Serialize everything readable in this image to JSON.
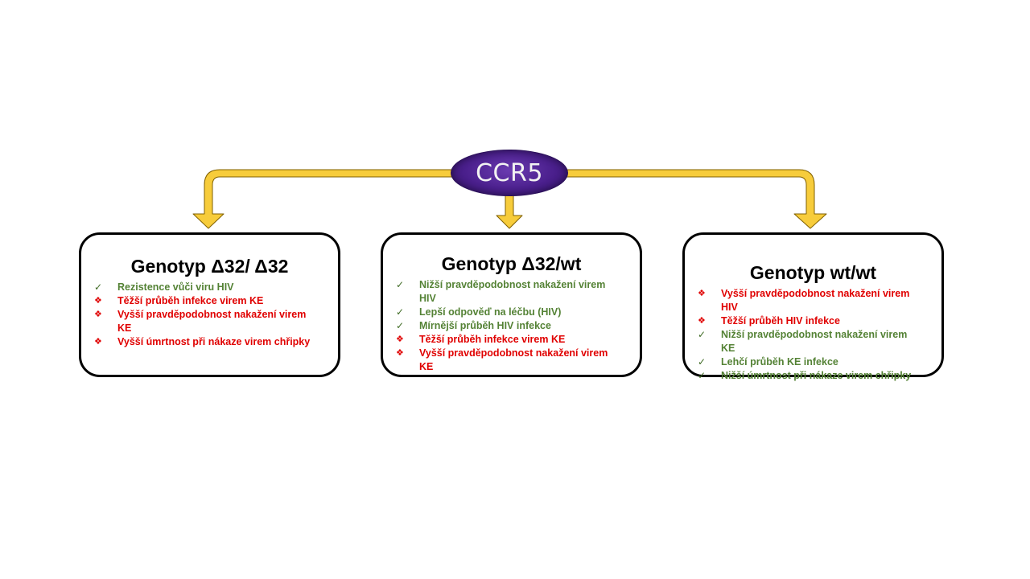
{
  "root": {
    "label": "CCR5"
  },
  "colors": {
    "arrow_fill": "#f7cc3b",
    "arrow_stroke": "#806000",
    "node_fill": "#4a1f8c",
    "positive_text": "#548235",
    "negative_text": "#e00000"
  },
  "icons": {
    "positive": "check-icon",
    "negative": "diamond-bullet-icon"
  },
  "genotypes": [
    {
      "title": "Genotyp Δ32/ Δ32",
      "items": [
        {
          "text": "Rezistence vůči viru HIV",
          "type": "positive"
        },
        {
          "text": "Těžší průběh infekce virem KE",
          "type": "negative"
        },
        {
          "text": "Vyšší pravděpodobnost nakažení virem KE",
          "type": "negative"
        },
        {
          "text": "Vyšší úmrtnost při nákaze virem chřipky",
          "type": "negative"
        }
      ]
    },
    {
      "title": "Genotyp Δ32/wt",
      "items": [
        {
          "text": "Nižší pravděpodobnost nakažení virem HIV",
          "type": "positive"
        },
        {
          "text": "Lepší odpověď na léčbu (HIV)",
          "type": "positive"
        },
        {
          "text": "Mírnější průběh HIV infekce",
          "type": "positive"
        },
        {
          "text": "Těžší průběh infekce virem KE",
          "type": "negative"
        },
        {
          "text": "Vyšší pravděpodobnost nakažení virem KE",
          "type": "negative"
        }
      ]
    },
    {
      "title": "Genotyp wt/wt",
      "items": [
        {
          "text": "Vyšší pravděpodobnost nakažení virem HIV",
          "type": "negative"
        },
        {
          "text": "Těžší průběh HIV infekce",
          "type": "negative"
        },
        {
          "text": "Nižší pravděpodobnost nakažení virem KE",
          "type": "positive"
        },
        {
          "text": "Lehčí průběh KE infekce",
          "type": "positive"
        },
        {
          "text": "Nižší úmrtnost při nákaze virem chřipky",
          "type": "positive"
        }
      ]
    }
  ]
}
